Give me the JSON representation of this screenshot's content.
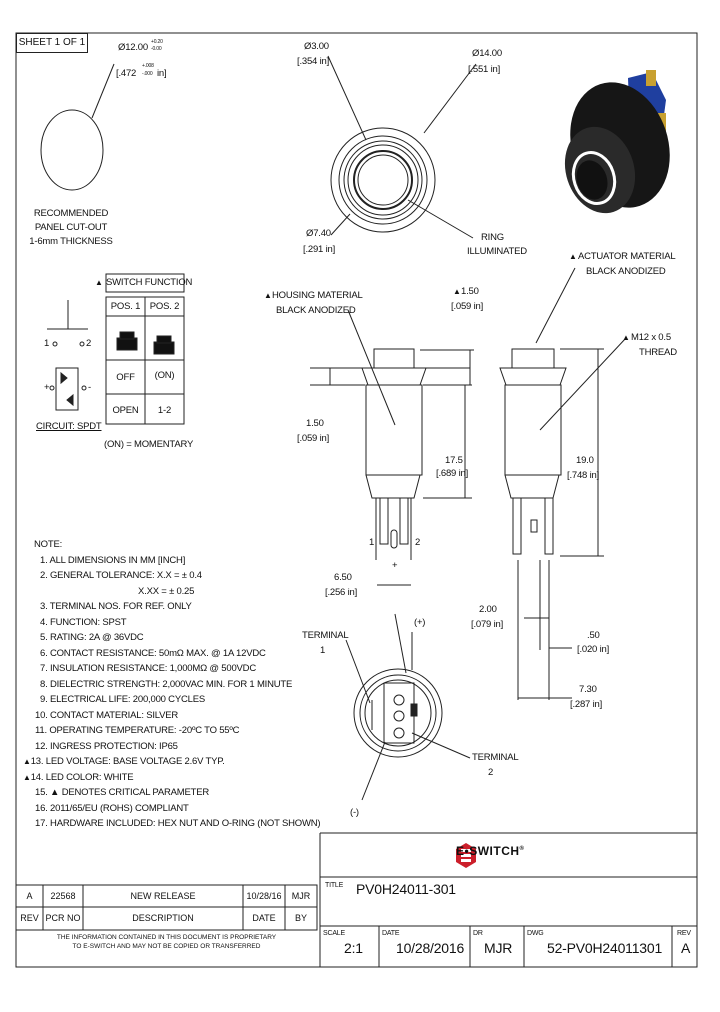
{
  "sheet": "SHEET 1 OF 1",
  "panel_cutout": {
    "dia_mm": "Ø12.00",
    "tol_mm_plus": "+0.20",
    "tol_mm_minus": "-0.00",
    "dia_in": "[.472",
    "tol_in_plus": "+.008",
    "tol_in_minus": "-.000",
    "unit": "in]",
    "caption": [
      "RECOMMENDED",
      "PANEL CUT-OUT",
      "1-6mm THICKNESS"
    ]
  },
  "top_view": {
    "d1_mm": "Ø3.00",
    "d1_in": "[.354 in]",
    "d2_mm": "Ø14.00",
    "d2_in": "[.551 in]",
    "d3_mm": "Ø7.40",
    "d3_in": "[.291 in]",
    "ring_label": [
      "RING",
      "ILLUMINATED"
    ]
  },
  "switch_function": {
    "title": "SWITCH FUNCTION",
    "col1": "POS. 1",
    "col2": "POS. 2",
    "row1": [
      "OFF",
      "(ON)"
    ],
    "row2": [
      "OPEN",
      "1-2"
    ],
    "footnote": "(ON) = MOMENTARY"
  },
  "circuit": {
    "label": "CIRCUIT: SPDT",
    "pin1": "1",
    "pin2": "2",
    "plus": "+",
    "minus": "-"
  },
  "side_view": {
    "housing_label": [
      "HOUSING MATERIAL",
      "BLACK ANODIZED"
    ],
    "dim_top_mm": "1.50",
    "dim_top_in": "[.059 in]",
    "dim_left_mm": "1.50",
    "dim_left_in": "[.059 in]",
    "dim_h_mm": "17.5",
    "dim_h_in": "[.689 in]",
    "pin1": "1",
    "pin2": "2",
    "plus": "+",
    "dim_w_mm": "6.50",
    "dim_w_in": "[.256 in]"
  },
  "right_view": {
    "actuator_label": [
      "ACTUATOR MATERIAL",
      "BLACK ANODIZED"
    ],
    "thread_label": [
      "M12 x 0.5",
      "THREAD"
    ],
    "dim_h_mm": "19.0",
    "dim_h_in": "[.748 in]",
    "dim_a_mm": "2.00",
    "dim_a_in": "[.079 in]",
    "dim_b_mm": ".50",
    "dim_b_in": "[.020 in]",
    "dim_c_mm": "7.30",
    "dim_c_in": "[.287 in]"
  },
  "bottom_view": {
    "terminal1": [
      "TERMINAL",
      "1"
    ],
    "terminal2": [
      "TERMINAL",
      "2"
    ],
    "plus": "(+)",
    "minus": "(-)"
  },
  "notes": {
    "heading": "NOTE:",
    "items": [
      "1. ALL DIMENSIONS IN MM [INCH]",
      "2. GENERAL TOLERANCE: X.X = ± 0.4",
      "X.XX = ± 0.25",
      "3. TERMINAL NOS. FOR REF. ONLY",
      "4. FUNCTION: SPST",
      "5. RATING: 2A @ 36VDC",
      "6. CONTACT RESISTANCE: 50mΩ MAX. @ 1A 12VDC",
      "7. INSULATION RESISTANCE: 1,000MΩ @ 500VDC",
      "8. DIELECTRIC STRENGTH: 2,000VAC MIN. FOR 1 MINUTE",
      "9. ELECTRICAL LIFE: 200,000 CYCLES",
      "10. CONTACT MATERIAL: SILVER",
      "11. OPERATING TEMPERATURE: -20ºC TO 55ºC",
      "12. INGRESS PROTECTION: IP65",
      "13. LED VOLTAGE: BASE VOLTAGE 2.6V TYP.",
      "14. LED COLOR: WHITE",
      "15. ▲ DENOTES CRITICAL PARAMETER",
      "16. 2011/65/EU (ROHS) COMPLIANT",
      "17. HARDWARE INCLUDED: HEX NUT AND O-RING (NOT SHOWN)"
    ]
  },
  "revision": {
    "rev": "A",
    "pcr": "22568",
    "description": "NEW RELEASE",
    "date": "10/28/16",
    "by": "MJR",
    "headers": [
      "REV",
      "PCR NO",
      "DESCRIPTION",
      "DATE",
      "BY"
    ]
  },
  "proprietary": [
    "THE INFORMATION CONTAINED IN THIS DOCUMENT IS PROPRIETARY",
    "TO E-SWITCH AND MAY NOT BE COPIED OR TRANSFERRED"
  ],
  "title_block": {
    "logo": "E•SWITCH",
    "logo_mark": "®",
    "title_label": "TITLE",
    "title": "PV0H24011-301",
    "scale_label": "SCALE",
    "scale": "2:1",
    "date_label": "DATE",
    "date": "10/28/2016",
    "dr_label": "DR",
    "dr": "MJR",
    "dwg_label": "DWG",
    "dwg": "52-PV0H24011301",
    "rev_label": "REV",
    "rev": "A"
  },
  "colors": {
    "line": "#222222",
    "accent": "#cc1f2b",
    "body_photo": "#1a1a1a",
    "terminal_blue": "#1f3f9f",
    "terminal_gold": "#c8a030"
  }
}
